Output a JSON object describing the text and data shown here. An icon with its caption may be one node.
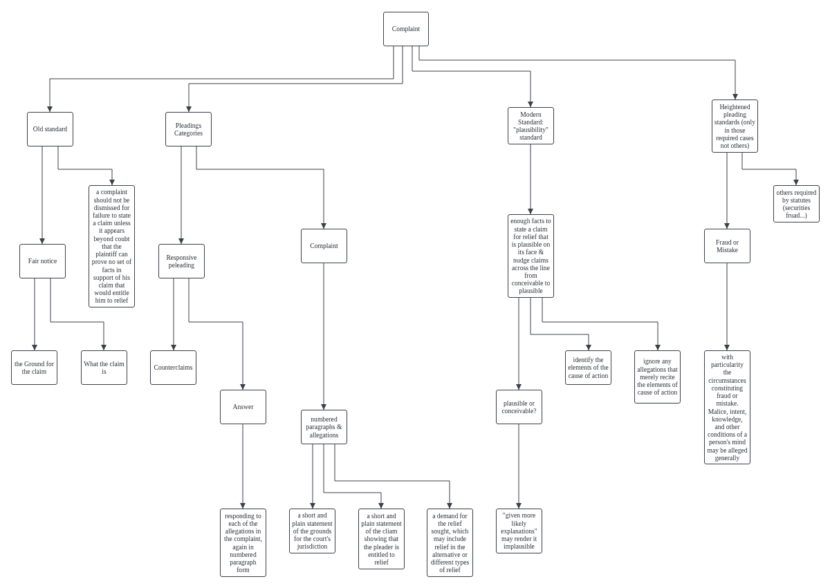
{
  "diagram": {
    "nodes": [
      {
        "text": [
          "Complaint"
        ]
      },
      {
        "text": [
          "Old standard"
        ]
      },
      {
        "text": [
          "Pleadings Categories"
        ]
      },
      {
        "text": [
          "Modern Standard: \"plausibility\" standard"
        ]
      },
      {
        "text": [
          "Heightened pleading standards (only in those required cases not others)"
        ]
      },
      {
        "text": [
          "Fair notice"
        ]
      },
      {
        "text": [
          "a complaint should not be dismissed for failure to state a claim unless it appears beyond coubt that the plaintiff can prove no set of facts in support of his claim that would entitle him to relief"
        ]
      },
      {
        "text": [
          "Responsive peleading"
        ]
      },
      {
        "text": [
          "Complaint"
        ]
      },
      {
        "text": [
          "enough facts to state a claim for relief that is plausible on its face & nudge claims across the line from conceivable to plausible"
        ]
      },
      {
        "text": [
          "Fraud or Mistake"
        ]
      },
      {
        "text": [
          "others required by statutes (securities fruad...)"
        ]
      },
      {
        "text": [
          "the Ground for the claim"
        ]
      },
      {
        "text": [
          "What the claim is"
        ]
      },
      {
        "text": [
          "Counterclaims"
        ]
      },
      {
        "text": [
          "identify the elements of the cause of action"
        ]
      },
      {
        "text": [
          "ignore any allegations that merely recite the elements of cause of action"
        ]
      },
      {
        "text": [
          "with particularity the circumstances constituting fraud or mistake. Malice, intent, knowledge, and other conditions of a person's mind may be alleged generally"
        ]
      },
      {
        "text": [
          "Answer"
        ]
      },
      {
        "text": [
          "plausible or conceivable?"
        ]
      },
      {
        "text": [
          "numbered paragraphs & allegations"
        ]
      },
      {
        "text": [
          "responding to each of the allegations in the complaint, again in numbered paragraph form"
        ]
      },
      {
        "text": [
          "a short and plain statement of the grounds for the court's jurisdiction"
        ]
      },
      {
        "text": [
          "a short and plain statement of the cliam showing that the pleader is entitled to relief"
        ]
      },
      {
        "text": [
          "a demand for the relief sought, which may include relief in the alternative or different types of relief"
        ]
      },
      {
        "text": [
          "\"given more likely explanations\" may render it implausible"
        ]
      }
    ],
    "edges": [
      {
        "from": 0,
        "to": 1,
        "arrow": "to"
      },
      {
        "from": 0,
        "to": 2,
        "arrow": "to"
      },
      {
        "from": 0,
        "to": 3,
        "arrow": "to"
      },
      {
        "from": 0,
        "to": 4,
        "arrow": "to"
      },
      {
        "from": 1,
        "to": 5,
        "arrow": "to"
      },
      {
        "from": 1,
        "to": 6,
        "arrow": "to"
      },
      {
        "from": 2,
        "to": 7,
        "arrow": "to"
      },
      {
        "from": 2,
        "to": 8,
        "arrow": "to"
      },
      {
        "from": 3,
        "to": 9,
        "arrow": "to"
      },
      {
        "from": 4,
        "to": 10,
        "arrow": "to"
      },
      {
        "from": 4,
        "to": 11,
        "arrow": "to"
      },
      {
        "from": 5,
        "to": 12,
        "arrow": "to"
      },
      {
        "from": 5,
        "to": 13,
        "arrow": "to"
      },
      {
        "from": 7,
        "to": 14,
        "arrow": "to"
      },
      {
        "from": 7,
        "to": 18,
        "arrow": "to"
      },
      {
        "from": 8,
        "to": 20,
        "arrow": "to"
      },
      {
        "from": 9,
        "to": 19,
        "arrow": "to"
      },
      {
        "from": 9,
        "to": 15,
        "arrow": "to"
      },
      {
        "from": 9,
        "to": 16,
        "arrow": "to"
      },
      {
        "from": 10,
        "to": 17,
        "arrow": "to"
      },
      {
        "from": 18,
        "to": 21,
        "arrow": "to"
      },
      {
        "from": 19,
        "to": 25,
        "arrow": "to"
      },
      {
        "from": 20,
        "to": 22,
        "arrow": "to"
      },
      {
        "from": 20,
        "to": 23,
        "arrow": "to"
      },
      {
        "from": 20,
        "to": 24,
        "arrow": "to"
      }
    ]
  }
}
